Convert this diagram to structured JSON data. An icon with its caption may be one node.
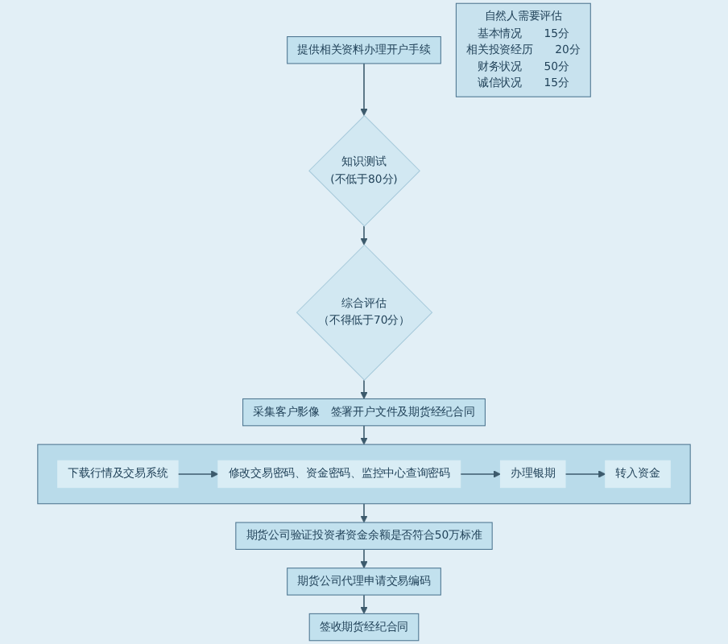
{
  "diagram": {
    "nodes": [
      {
        "text": [
          "提供相关资料办理开户手续"
        ]
      },
      {
        "text": [
          "知识测试",
          "(不低于80分)"
        ]
      },
      {
        "text": [
          "综合评估",
          "（不得低于70分）"
        ]
      },
      {
        "text": [
          "自然人需要评估",
          "基本情况",
          "15分",
          "相关投资经历",
          "20分",
          "财务状况",
          "50分",
          "诚信状况",
          "15分"
        ]
      },
      {
        "text": [
          "采集客户影像　签署开户文件及期货经纪合同"
        ]
      },
      {
        "text": [],
        "shape": "box"
      },
      {
        "text": [
          "下载行情及交易系统"
        ],
        "in": 5
      },
      {
        "text": [
          "修改交易密码、资金密码、监控中心查询密码"
        ],
        "in": 5
      },
      {
        "text": [
          "办理银期"
        ],
        "in": 5
      },
      {
        "text": [
          "转入资金"
        ],
        "in": 5
      },
      {
        "text": [
          "期货公司验证投资者资金余额是否符合50万标准"
        ]
      },
      {
        "text": [
          "期货公司代理申请交易编码"
        ]
      },
      {
        "text": [
          "签收期货经纪合同"
        ]
      }
    ],
    "edges": [
      {
        "from": 0,
        "to": 1,
        "arrow": "to"
      },
      {
        "from": 1,
        "to": 2,
        "arrow": "to"
      },
      {
        "from": 2,
        "to": 4,
        "arrow": "to"
      },
      {
        "from": 4,
        "to": 5,
        "arrow": "to"
      },
      {
        "from": 6,
        "to": 7,
        "arrow": "to"
      },
      {
        "from": 7,
        "to": 8,
        "arrow": "to"
      },
      {
        "from": 8,
        "to": 9,
        "arrow": "to"
      },
      {
        "from": 5,
        "to": 10,
        "arrow": "to"
      },
      {
        "from": 10,
        "to": 11,
        "arrow": "to"
      },
      {
        "from": 11,
        "to": 12,
        "arrow": "to"
      }
    ]
  }
}
